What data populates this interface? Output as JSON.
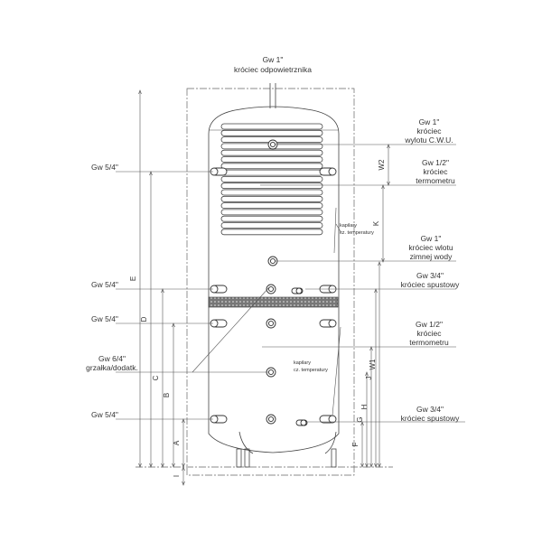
{
  "labels": {
    "vent": [
      "Gw 1\"",
      "króciec odpowietrznika"
    ],
    "cwu": [
      "Gw 1\"",
      "króciec",
      "wylotu C.W.U."
    ],
    "thermo_top": [
      "Gw 1/2\"",
      "króciec",
      "termometru"
    ],
    "cold_inlet": [
      "Gw 1\"",
      "króciec wlotu",
      "zimnej wody"
    ],
    "drain_top": [
      "Gw 3/4\"",
      "króciec spustowy"
    ],
    "thermo_mid": [
      "Gw 1/2\"",
      "króciec",
      "termometru"
    ],
    "drain_bottom": [
      "Gw 3/4\"",
      "króciec spustowy"
    ],
    "left_1": "Gw 5/4\"",
    "left_2": "Gw 5/4\"",
    "left_3": "Gw 5/4\"",
    "heater": [
      "Gw 6/4\"",
      "grzałka/dodatk."
    ],
    "left_4": "Gw 5/4\"",
    "capillary_top": [
      "kapilary",
      "cz. temperatury"
    ],
    "capillary_bottom": [
      "kapilary",
      "cz. temperatury"
    ]
  },
  "dimensions": {
    "left": [
      "E",
      "D",
      "C",
      "B",
      "A",
      "I"
    ],
    "right": [
      "W2",
      "K",
      "W1",
      "J",
      "H",
      "G",
      "F"
    ]
  }
}
